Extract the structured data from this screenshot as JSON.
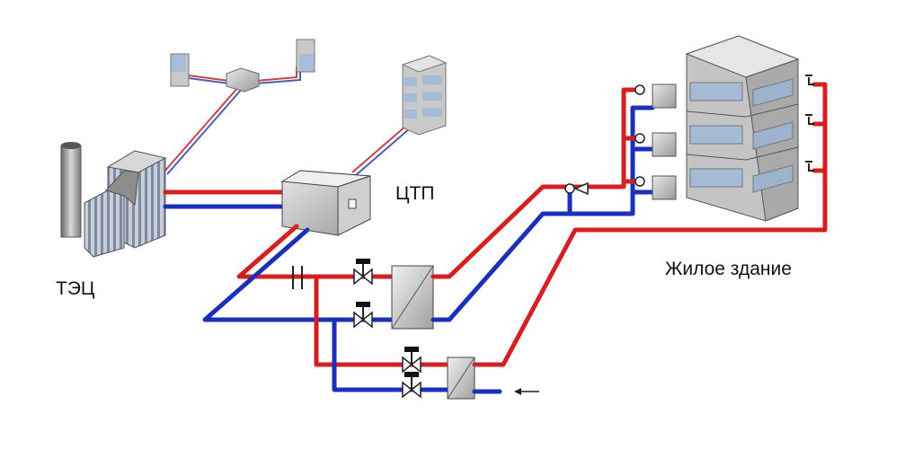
{
  "labels": {
    "plant": "ТЭЦ",
    "substation": "ЦТП",
    "building": "Жилое здание"
  },
  "colors": {
    "supply_pipe": "#d42020",
    "return_pipe": "#1b2fb8",
    "equipment_gray": "#b8b8b8"
  }
}
